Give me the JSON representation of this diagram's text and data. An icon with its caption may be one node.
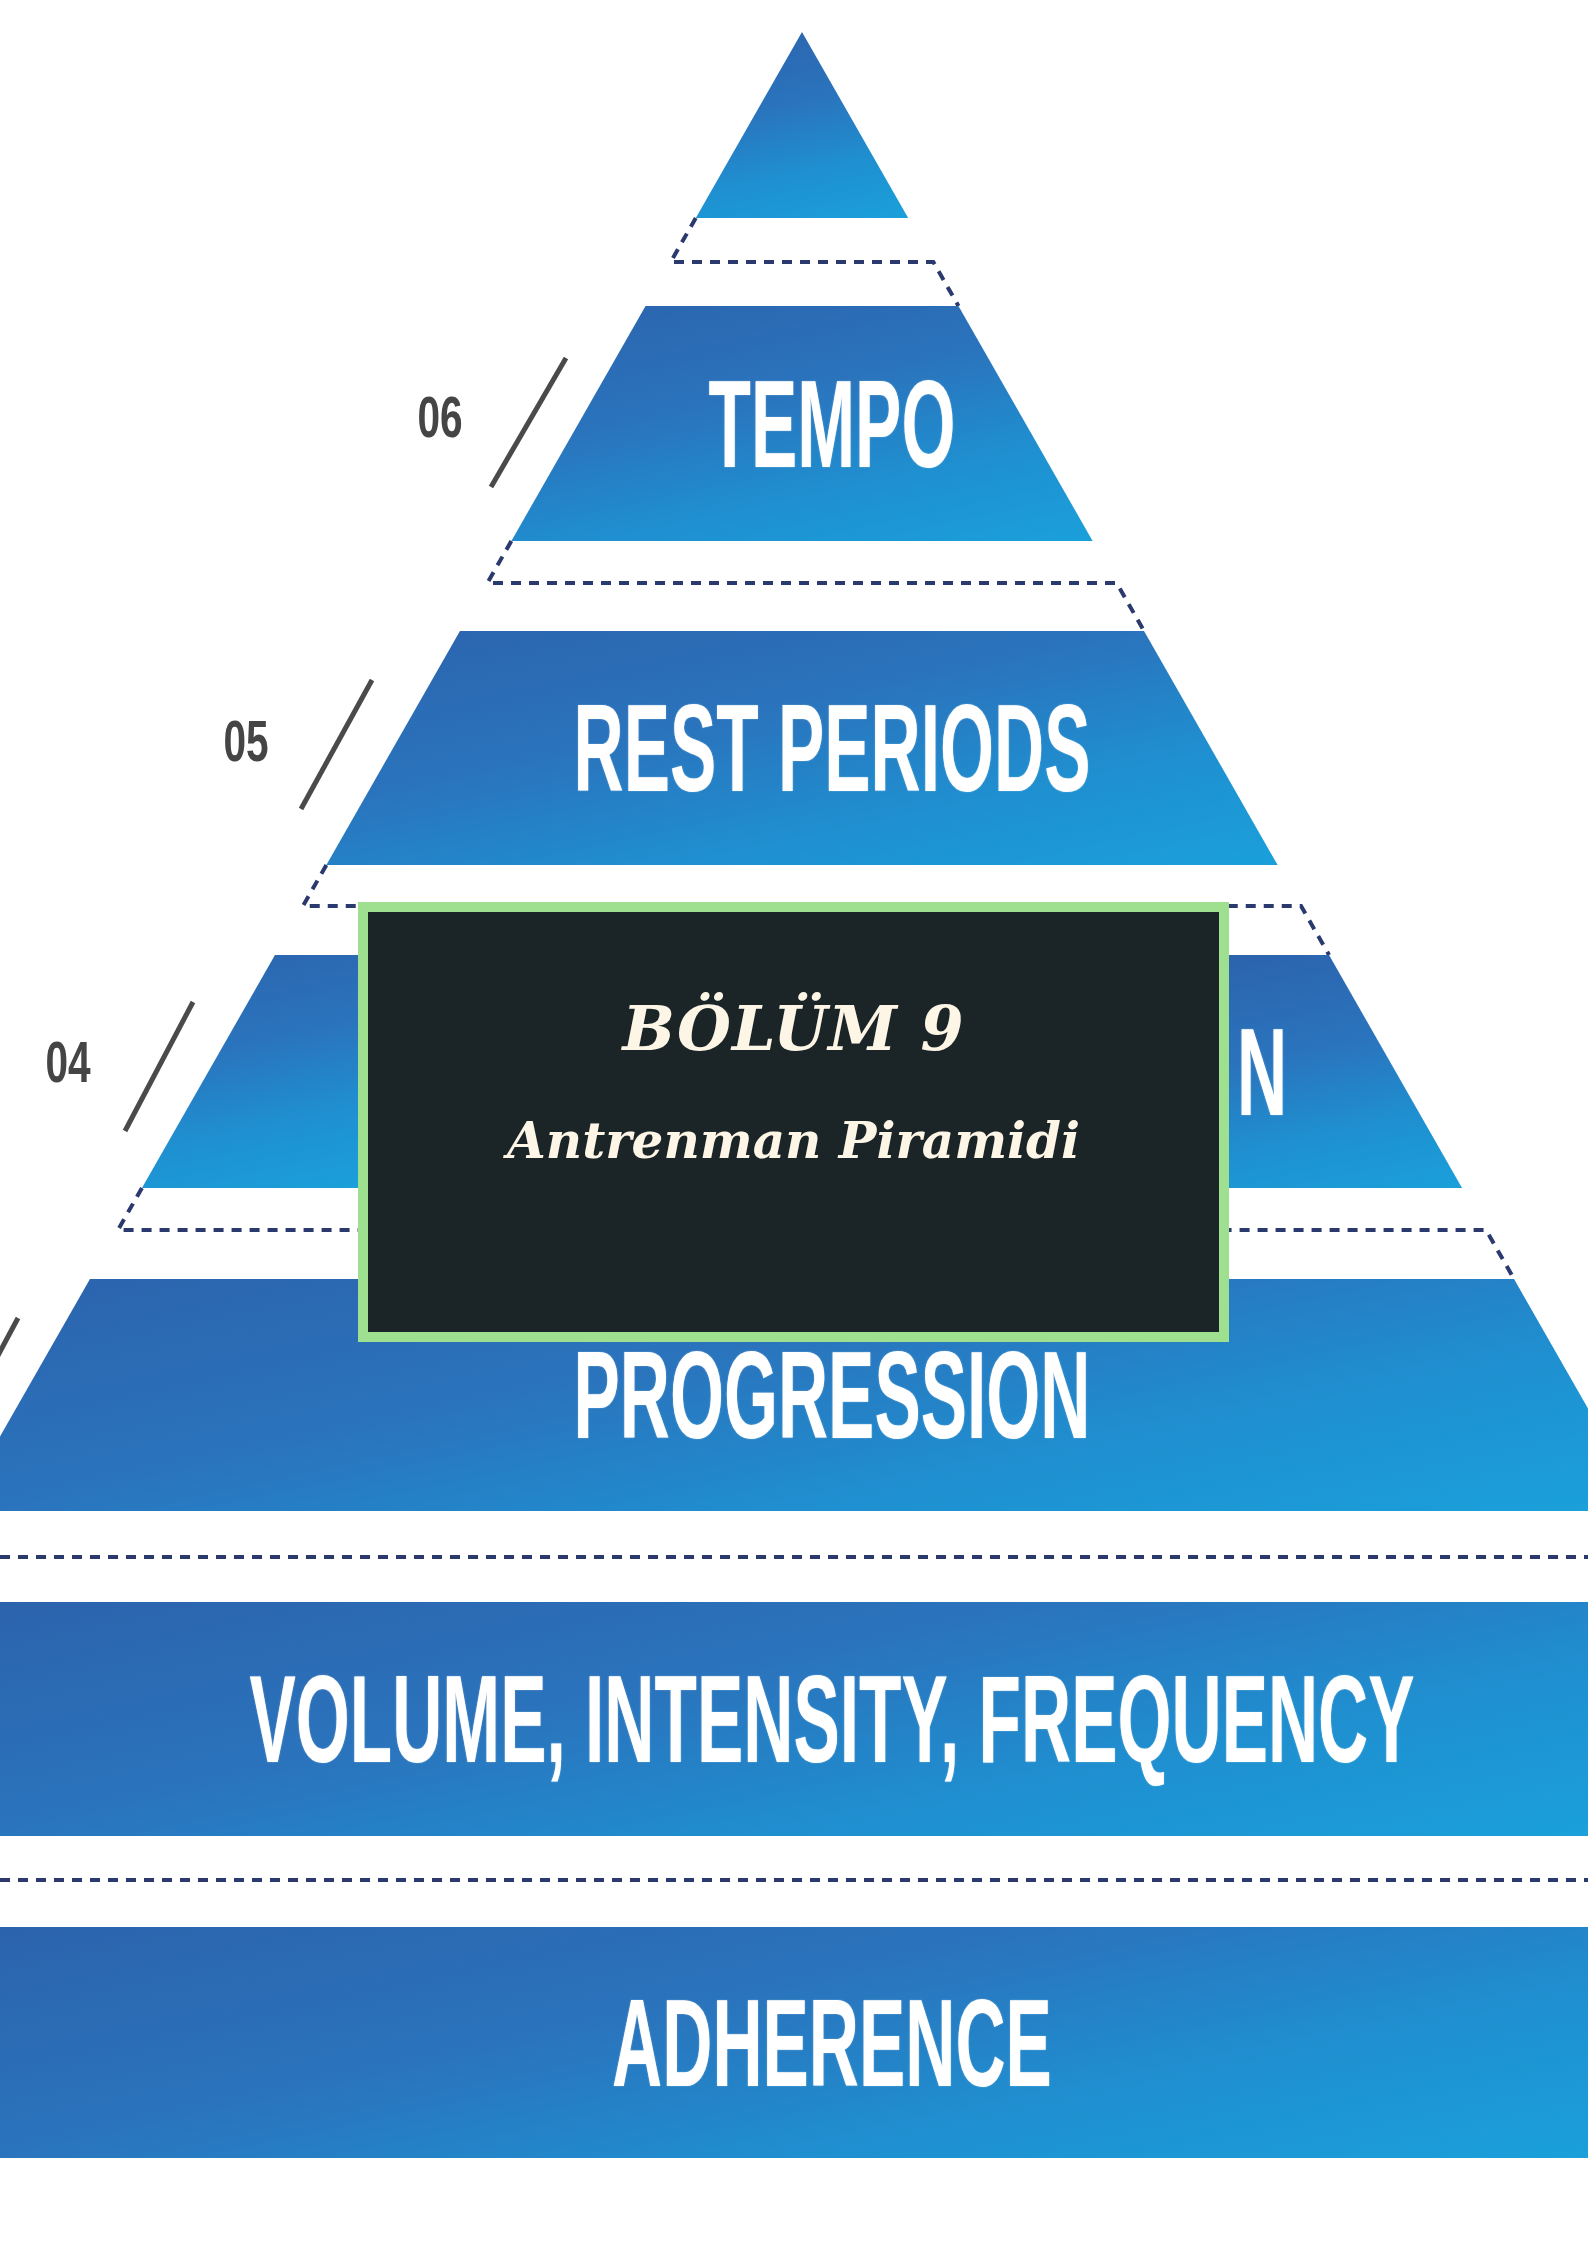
{
  "diagram": {
    "nodes": [
      {
        "text": [],
        "shape": "triangle"
      },
      {
        "text": [
          "TEMPO"
        ],
        "beside": [
          "06"
        ]
      },
      {
        "text": [
          "REST PERIODS"
        ],
        "beside": [
          "05"
        ]
      },
      {
        "text": [],
        "shape": "trapezoid",
        "beside": [
          "04"
        ]
      },
      {
        "text": [
          "N"
        ]
      },
      {
        "text": [
          "PROGRESSION"
        ]
      },
      {
        "text": [
          "VOLUME, INTENSITY, FREQUENCY"
        ]
      },
      {
        "text": [
          "ADHERENCE"
        ]
      },
      {
        "text": [
          "BÖLÜM 9",
          "Antrenman Piramidi"
        ]
      }
    ]
  }
}
